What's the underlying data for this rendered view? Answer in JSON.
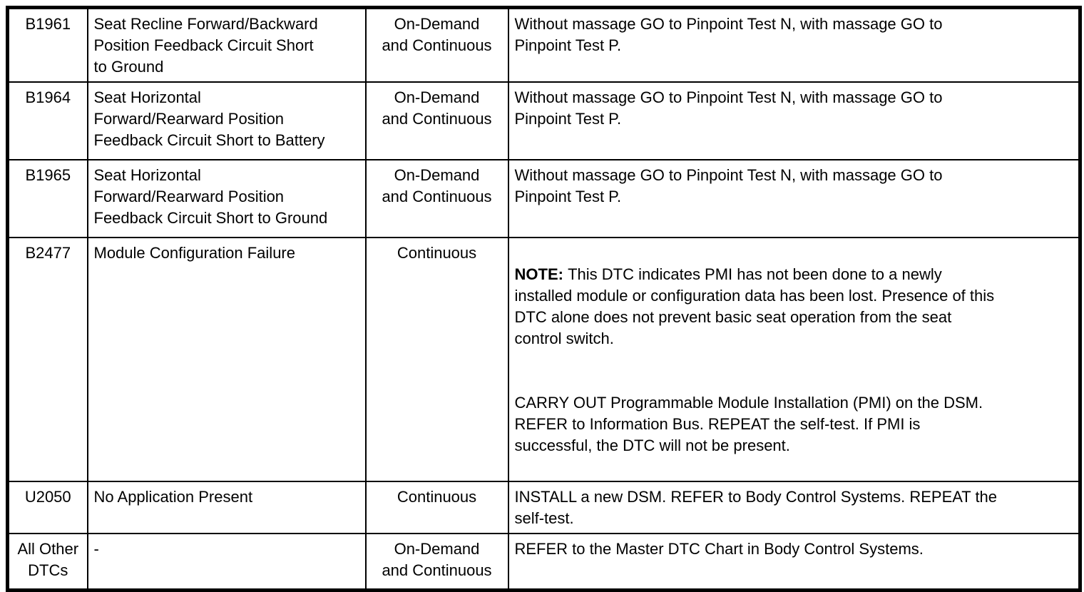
{
  "colors": {
    "border": "#000000",
    "background": "#ffffff",
    "text": "#000000"
  },
  "table": {
    "rows": [
      {
        "code": "B1961",
        "description": "Seat Recline Forward/Backward\nPosition Feedback Circuit Short\nto Ground",
        "test": "On-Demand\nand Continuous",
        "action": "Without massage GO to Pinpoint Test N, with massage GO to\nPinpoint Test P."
      },
      {
        "code": "B1964",
        "description": "Seat Horizontal\nForward/Rearward Position\nFeedback Circuit Short to Battery",
        "test": "On-Demand\nand Continuous",
        "action": "Without massage GO to Pinpoint Test N, with massage GO to\nPinpoint Test P."
      },
      {
        "code": "B1965",
        "description": "Seat Horizontal\nForward/Rearward Position\nFeedback Circuit Short to Ground",
        "test": "On-Demand\nand Continuous",
        "action": "Without massage GO to Pinpoint Test N, with massage GO to\nPinpoint Test P."
      },
      {
        "code": "B2477",
        "description": "Module Configuration Failure",
        "test": "Continuous",
        "note_label": "NOTE:",
        "note_text": "This DTC indicates PMI has not been done to a newly\ninstalled module or configuration data has been lost. Presence of this\nDTC alone does not prevent basic seat operation from the seat\ncontrol switch.",
        "action2": "CARRY OUT Programmable Module Installation (PMI) on the DSM.\nREFER to Information Bus. REPEAT the self-test. If PMI is\nsuccessful, the DTC will not be present."
      },
      {
        "code": "U2050",
        "description": "No Application Present",
        "test": "Continuous",
        "action": "INSTALL a new DSM. REFER to Body Control Systems. REPEAT the\nself-test."
      },
      {
        "code": "All Other\nDTCs",
        "description": "-",
        "test": "On-Demand\nand Continuous",
        "action": "REFER to the Master DTC Chart in Body Control Systems."
      }
    ]
  }
}
